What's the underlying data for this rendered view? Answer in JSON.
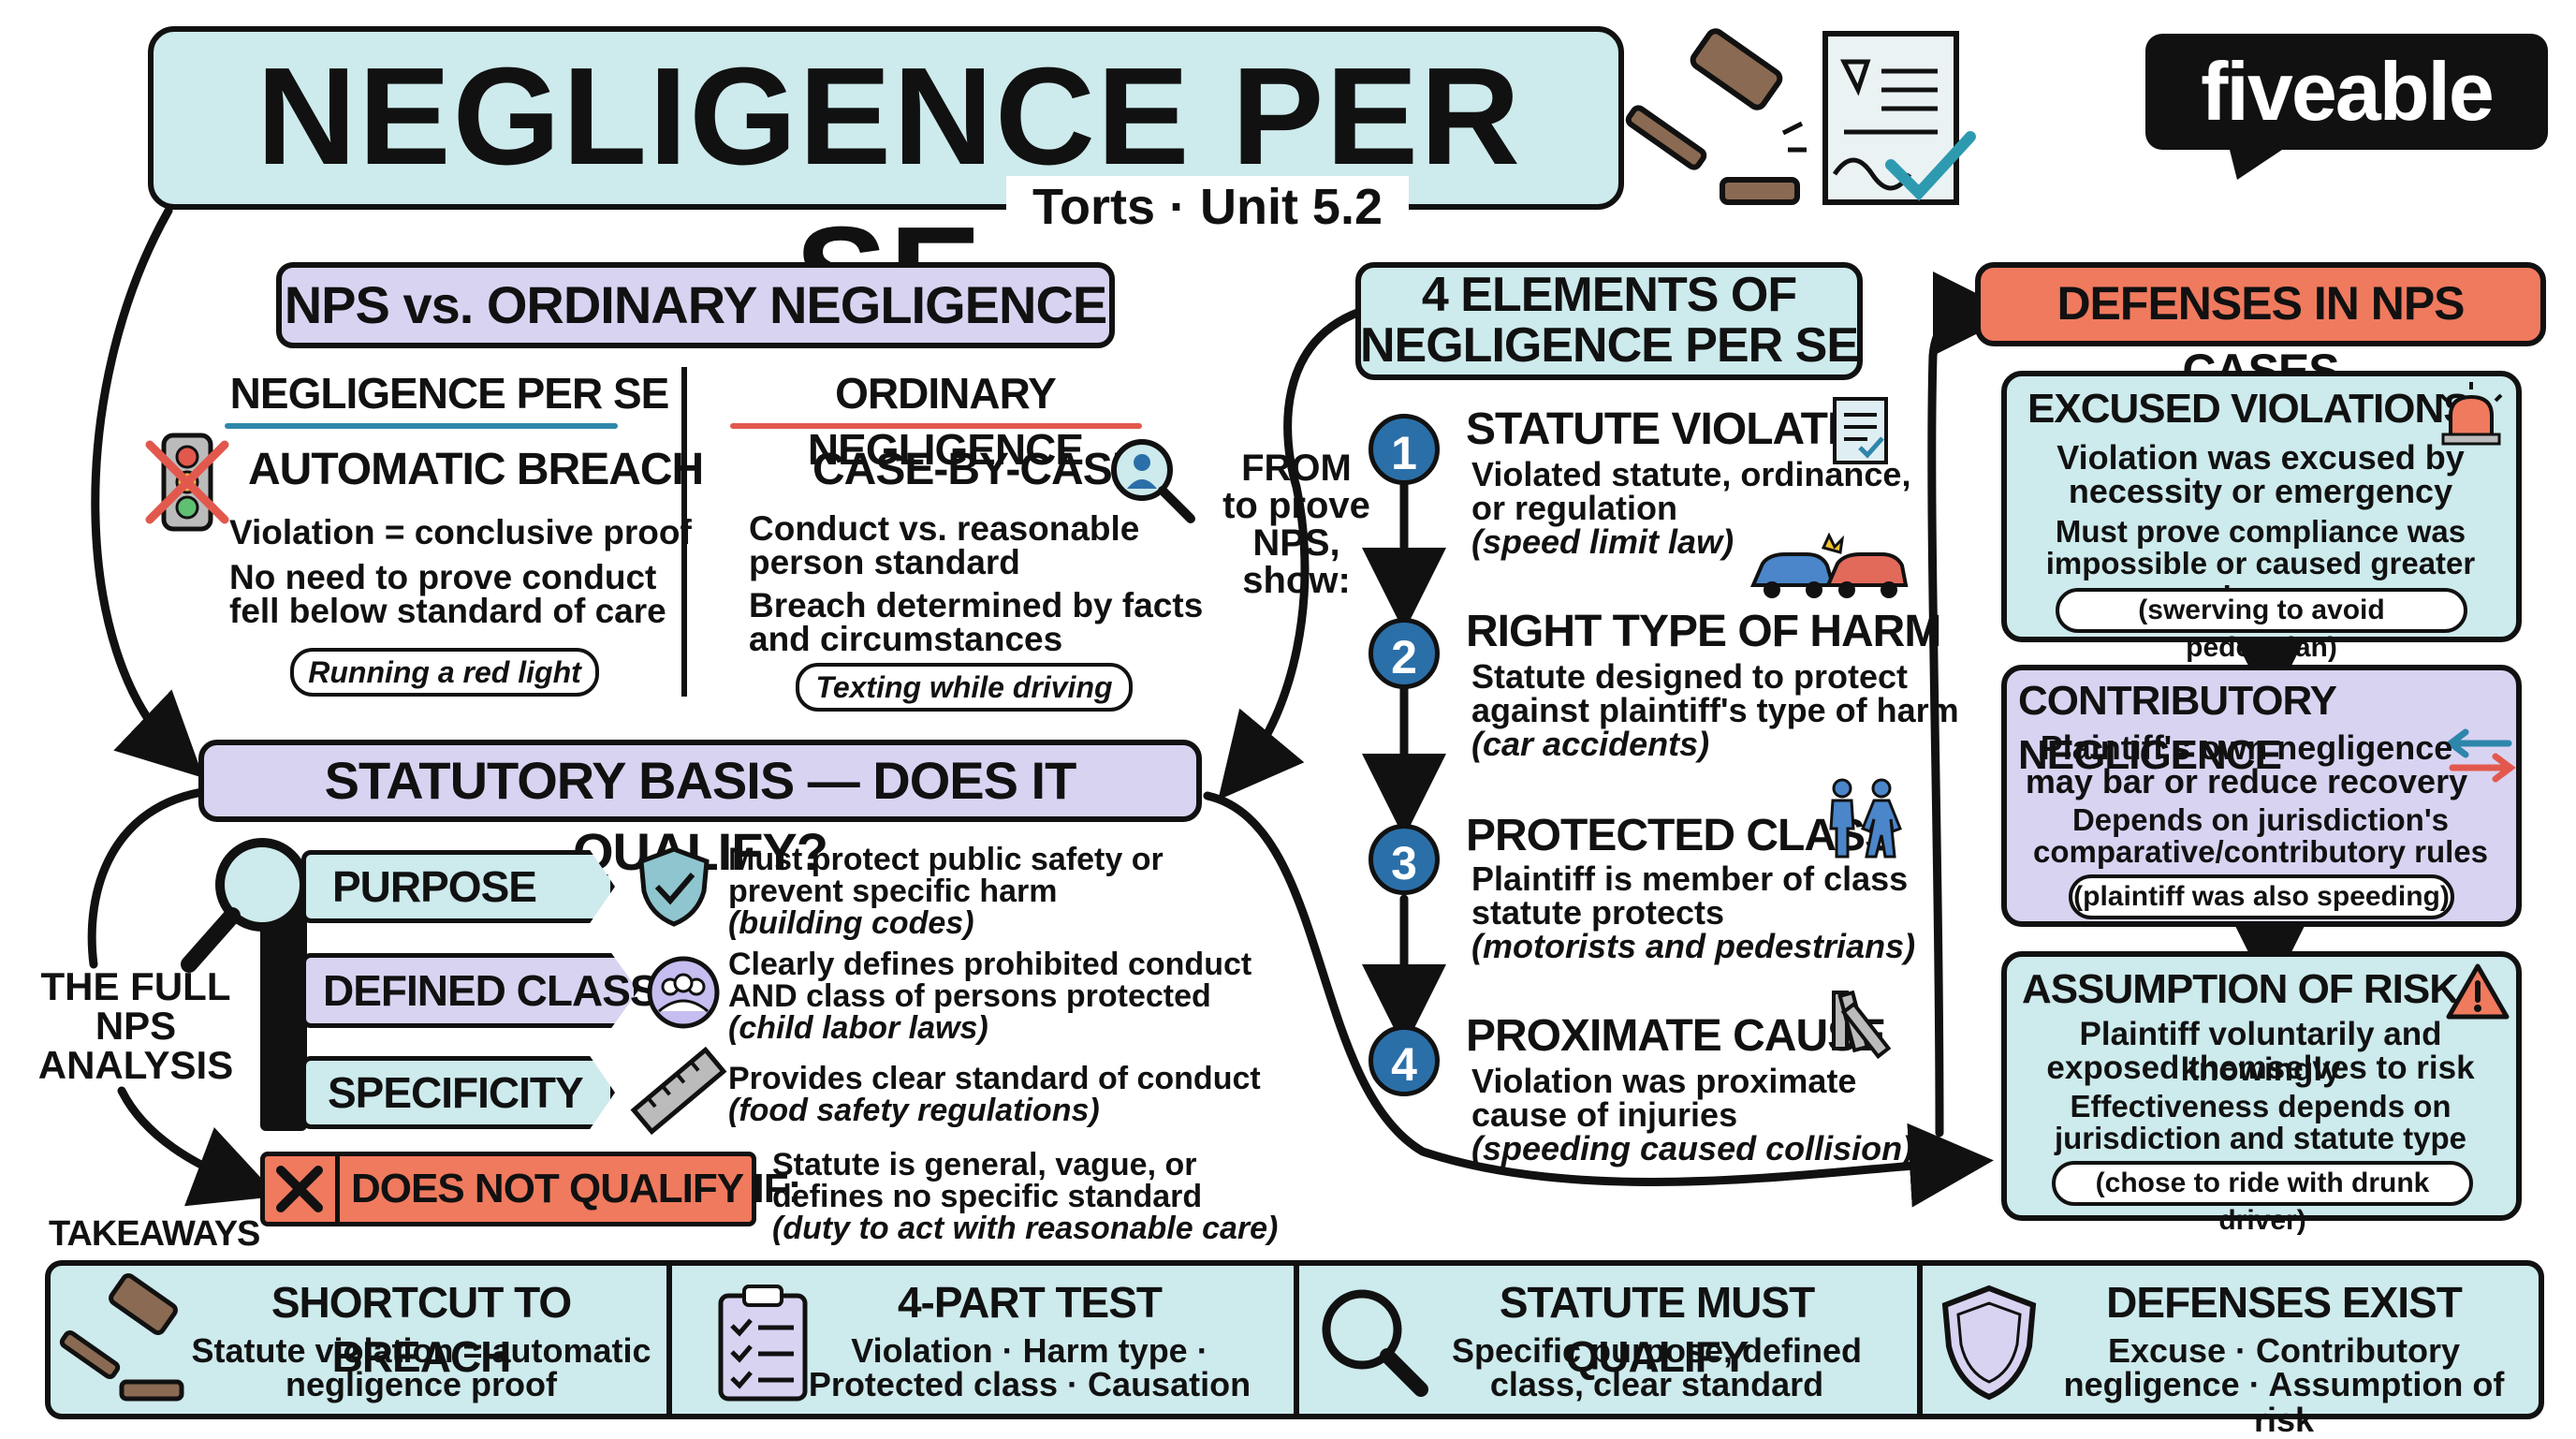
{
  "colors": {
    "light_blue": "#cdeaec",
    "lavender": "#d9d3f2",
    "salmon": "#f07a5e",
    "number_blue": "#2b6fa8",
    "teal_underline": "#2e86ab",
    "red_underline": "#e2584d"
  },
  "header": {
    "title": "NEGLIGENCE PER SE",
    "subtitle": "Torts · Unit 5.2",
    "logo": "fiveable",
    "icons": [
      "gavel-icon",
      "document-check-icon"
    ]
  },
  "compare": {
    "title": "NPS vs. ORDINARY NEGLIGENCE",
    "left": {
      "heading": "NEGLIGENCE PER SE",
      "sub": "AUTOMATIC BREACH",
      "line1": "Violation = conclusive proof",
      "line2a": "No need to prove conduct",
      "line2b": "fell below standard of care",
      "example": "Running a red light"
    },
    "right": {
      "heading": "ORDINARY NEGLIGENCE",
      "sub": "CASE-BY-CASE",
      "line1a": "Conduct vs. reasonable",
      "line1b": "person standard",
      "line2a": "Breach determined by facts",
      "line2b": "and circumstances",
      "example": "Texting while driving"
    }
  },
  "from_label": {
    "l1": "FROM",
    "l2": "to prove",
    "l3": "NPS,",
    "l4": "show:"
  },
  "statutory": {
    "title": "STATUTORY BASIS — DOES IT QUALIFY?",
    "side_label": {
      "l1": "THE FULL",
      "l2": "NPS",
      "l3": "ANALYSIS"
    },
    "items": [
      {
        "label": "PURPOSE",
        "d1": "Must protect public safety or",
        "d2": "prevent specific harm",
        "ex": "(building codes)"
      },
      {
        "label": "DEFINED CLASS",
        "d1": "Clearly defines prohibited conduct",
        "d2": "AND class of persons protected",
        "ex": "(child labor laws)"
      },
      {
        "label": "SPECIFICITY",
        "d1": "Provides clear standard of conduct",
        "d2": "",
        "ex": "(food safety regulations)"
      }
    ],
    "not_qualify": {
      "label": "DOES NOT QUALIFY IF:",
      "d1": "Statute is general, vague, or",
      "d2": "defines no specific standard",
      "ex": "(duty to act with reasonable care)"
    }
  },
  "elements": {
    "title1": "4 ELEMENTS OF",
    "title2": "NEGLIGENCE PER SE",
    "items": [
      {
        "num": "1",
        "title": "STATUTE VIOLATED",
        "d1": "Violated statute, ordinance,",
        "d2": "or regulation",
        "ex": "(speed limit law)"
      },
      {
        "num": "2",
        "title": "RIGHT TYPE OF HARM",
        "d1": "Statute designed to protect",
        "d2": "against plaintiff's type of harm",
        "ex": "(car accidents)"
      },
      {
        "num": "3",
        "title": "PROTECTED CLASS",
        "d1": "Plaintiff is member of class",
        "d2": "statute protects",
        "ex": "(motorists and pedestrians)"
      },
      {
        "num": "4",
        "title": "PROXIMATE CAUSE",
        "d1": "Violation was proximate",
        "d2": "cause of injuries",
        "ex": "(speeding caused collision)"
      }
    ]
  },
  "defenses": {
    "title": "DEFENSES IN NPS CASES",
    "items": [
      {
        "title": "EXCUSED VIOLATIONS",
        "d1": "Violation was excused by",
        "d2": "necessity or emergency",
        "e1": "Must prove compliance was",
        "e2": "impossible or caused greater harm",
        "ex": "(swerving to avoid pedestrian)"
      },
      {
        "title": "CONTRIBUTORY NEGLIGENCE",
        "d1": "Plaintiff's own negligence",
        "d2": "may bar or reduce recovery",
        "e1": "Depends on jurisdiction's",
        "e2": "comparative/contributory rules",
        "ex": "(plaintiff was also speeding)"
      },
      {
        "title": "ASSUMPTION OF RISK",
        "d1": "Plaintiff voluntarily and knowingly",
        "d2": "exposed themselves to risk",
        "e1": "Effectiveness depends on",
        "e2": "jurisdiction and statute type",
        "ex": "(chose to ride with drunk driver)"
      }
    ]
  },
  "takeaways": {
    "label": "TAKEAWAYS",
    "items": [
      {
        "title": "SHORTCUT TO BREACH",
        "d1": "Statute violation = automatic",
        "d2": "negligence proof"
      },
      {
        "title": "4-PART TEST",
        "d1": "Violation · Harm type ·",
        "d2": "Protected class · Causation"
      },
      {
        "title": "STATUTE MUST QUALIFY",
        "d1": "Specific purpose, defined",
        "d2": "class, clear standard"
      },
      {
        "title": "DEFENSES EXIST",
        "d1": "Excuse · Contributory",
        "d2": "negligence · Assumption of risk"
      }
    ]
  }
}
